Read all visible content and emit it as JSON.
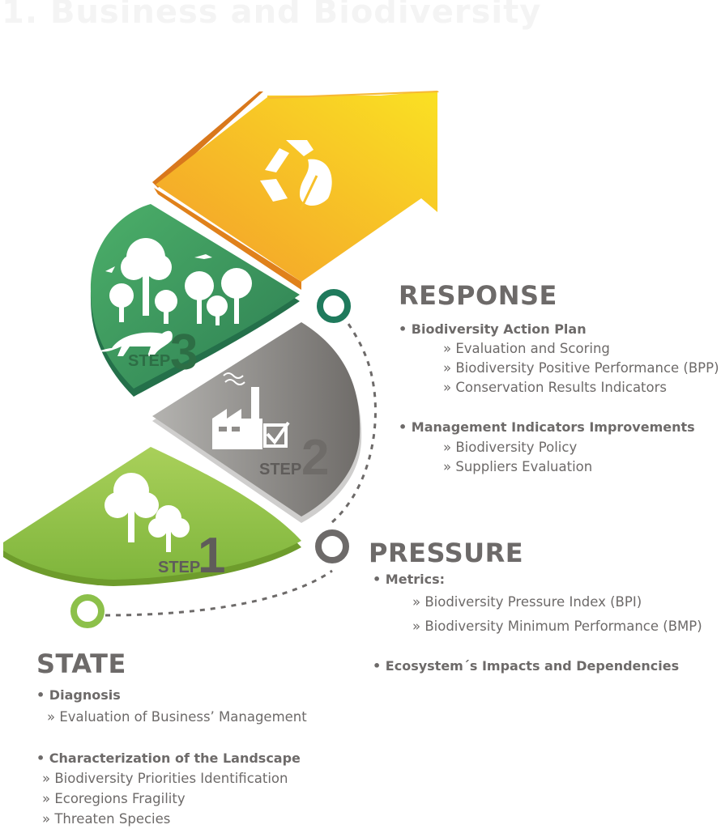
{
  "title": "1. Business and Biodiversity",
  "steps": [
    {
      "word": "STEP",
      "number": "1"
    },
    {
      "word": "STEP",
      "number": "2"
    },
    {
      "word": "STEP",
      "number": "3"
    }
  ],
  "response": {
    "heading": "RESPONSE",
    "groups": [
      {
        "label": "• Biodiversity Action Plan",
        "items": [
          "» Evaluation and Scoring",
          "» Biodiversity Positive Performance (BPP)",
          "» Conservation Results Indicators"
        ]
      },
      {
        "label": "• Management Indicators Improvements",
        "items": [
          "» Biodiversity Policy",
          "» Suppliers Evaluation"
        ]
      }
    ]
  },
  "pressure": {
    "heading": "PRESSURE",
    "groups": [
      {
        "label": "• Metrics:",
        "items": [
          "» Biodiversity Pressure Index (BPI)",
          "» Biodiversity Minimum Performance (BMP)"
        ]
      },
      {
        "label": "• Ecosystem´s Impacts and Dependencies",
        "items": []
      }
    ]
  },
  "state": {
    "heading": "STATE",
    "groups": [
      {
        "label": "• Diagnosis",
        "items": [
          "» Evaluation of Business’ Management"
        ]
      },
      {
        "label": "• Characterization of the Landscape",
        "items": [
          "»  Biodiversity Priorities Identification",
          "»  Ecoregions Fragility",
          "»  Threaten Species"
        ]
      }
    ]
  },
  "colors": {
    "green_light": "#8cc04a",
    "green_dark": "#3a9b63",
    "gray": "#8a8885",
    "orange": "#f6a62a",
    "yellow": "#f9e022",
    "teal_marker": "#1f7a5c",
    "lime_marker": "#8cc04a",
    "gray_marker": "#6d6a69"
  },
  "icons": [
    "recycle-leaf-icon",
    "trees-icon",
    "factory-check-icon",
    "forest-animals-icon"
  ]
}
